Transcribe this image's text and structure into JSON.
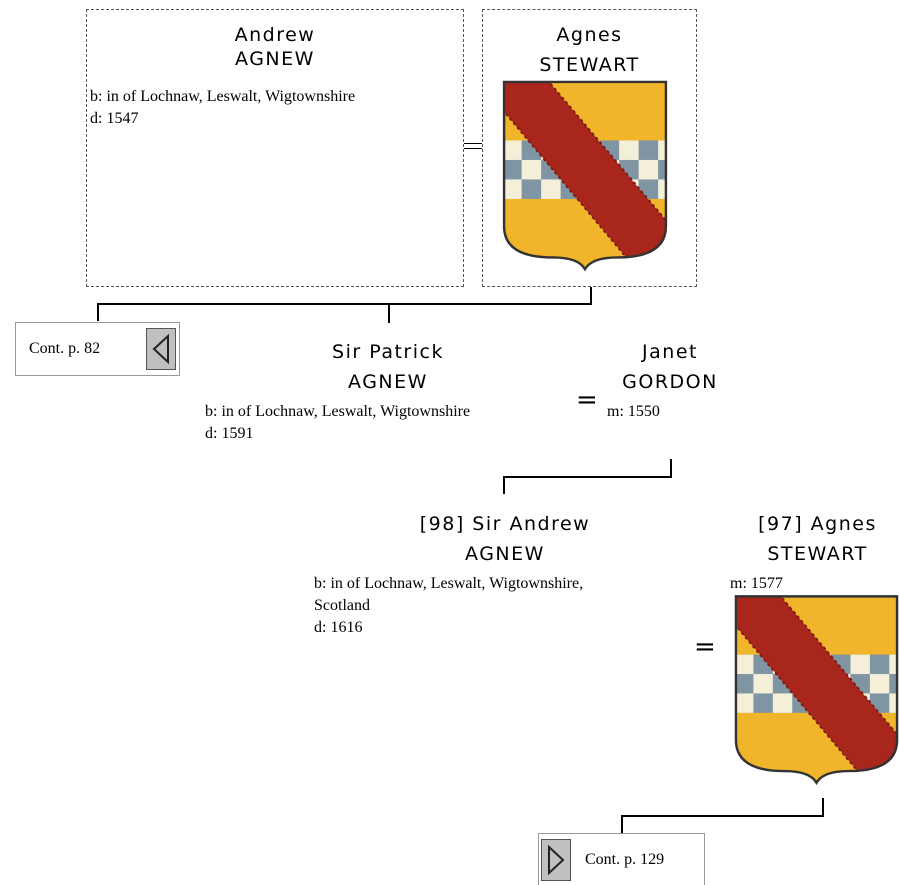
{
  "andrew_sr": {
    "first": "Andrew",
    "last": "AGNEW",
    "born": "b: in of Lochnaw, Leswalt, Wigtownshire",
    "died": "d: 1547"
  },
  "agnes_sr": {
    "first": "Agnes",
    "last": "STEWART",
    "crest_icon": "stewart-coat-of-arms-icon"
  },
  "patrick": {
    "first": "Sir Patrick",
    "last": "AGNEW",
    "born": "b: in of Lochnaw, Leswalt, Wigtownshire",
    "died": "d: 1591"
  },
  "janet": {
    "first": "Janet",
    "last": "GORDON",
    "married": "m: 1550"
  },
  "andrew_jr": {
    "first": "[98] Sir Andrew",
    "last": "AGNEW",
    "born_line1": "b: in of Lochnaw, Leswalt, Wigtownshire,",
    "born_line2": "Scotland",
    "died": "d: 1616"
  },
  "agnes_jr": {
    "first": "[97] Agnes",
    "last": "STEWART",
    "married": "m: 1577",
    "crest_icon": "stewart-coat-of-arms-icon"
  },
  "marriage_symbol": "=",
  "cont_prev": {
    "label": "Cont. p. 82",
    "icon": "left-arrow-icon"
  },
  "cont_next": {
    "label": "Cont. p. 129",
    "icon": "right-arrow-icon"
  },
  "colors": {
    "crest_gold": "#f0b52a",
    "crest_red": "#a8261c",
    "crest_blue": "#7f95a3",
    "crest_cream": "#f4efd8"
  }
}
